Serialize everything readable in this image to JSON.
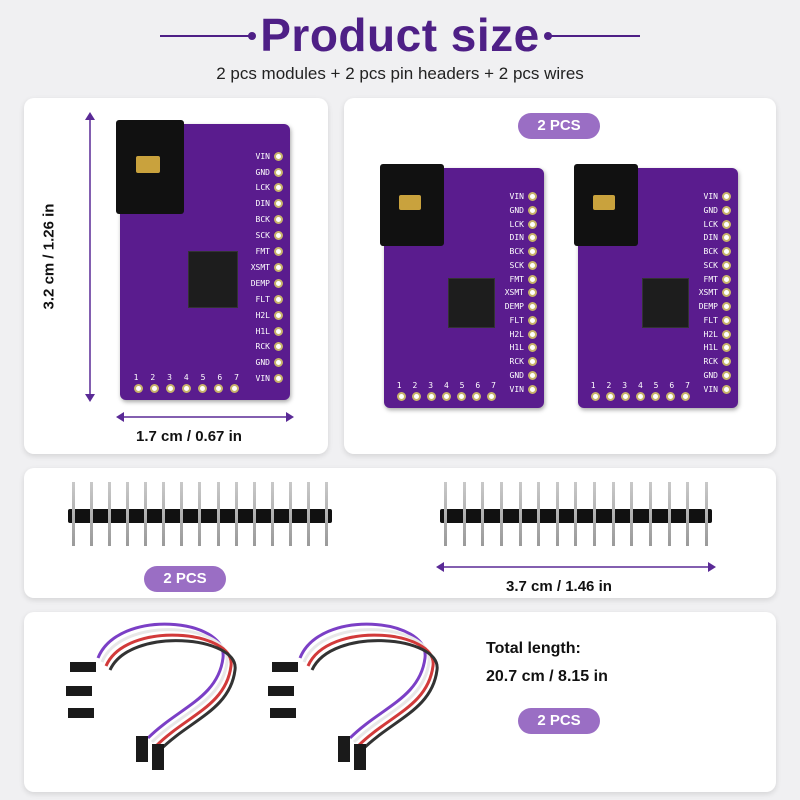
{
  "title": "Product size",
  "subtitle": "2 pcs modules + 2 pcs pin headers + 2 pcs wires",
  "single_module": {
    "height_label": "3.2 cm / 1.26 in",
    "width_label": "1.7 cm / 0.67 in"
  },
  "modules_panel": {
    "qty_label": "2 PCS"
  },
  "headers_panel": {
    "qty_label": "2 PCS",
    "length_label": "3.7 cm / 1.46 in"
  },
  "wires_panel": {
    "length_title": "Total length:",
    "length_value": "20.7 cm / 8.15 in",
    "qty_label": "2 PCS"
  },
  "board_labels": [
    "VIN",
    "GND",
    "LCK",
    "DIN",
    "BCK",
    "SCK",
    "FMT",
    "XSMT",
    "DEMP",
    "FLT",
    "H2L",
    "H1L",
    "RCK",
    "GND",
    "VIN"
  ],
  "board_numbers": [
    "1",
    "2",
    "3",
    "4",
    "5",
    "6",
    "7"
  ],
  "colors": {
    "accent": "#4e1f86",
    "pill": "#9a6ec4",
    "board": "#5a1c8e"
  }
}
